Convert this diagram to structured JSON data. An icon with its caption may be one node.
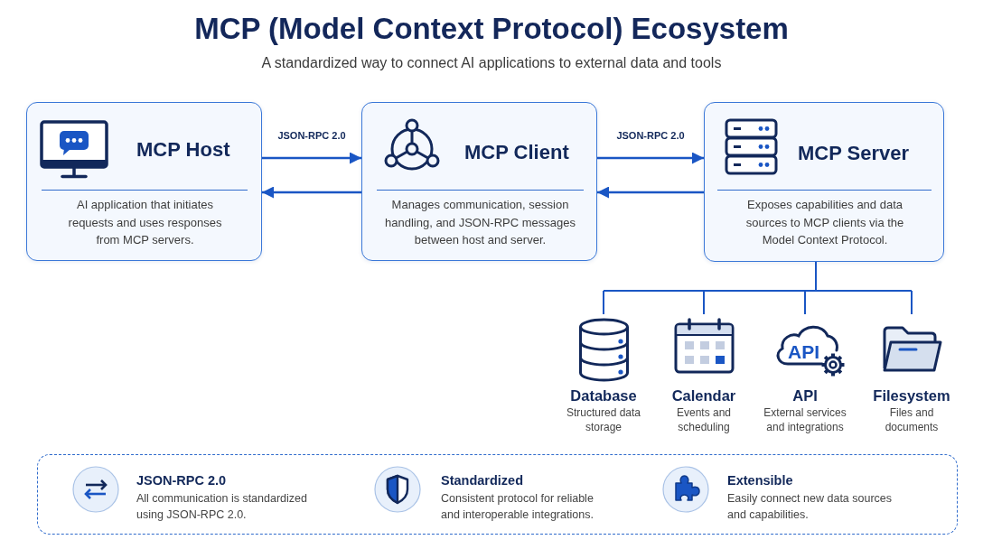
{
  "diagram": {
    "title": "MCP (Model Context Protocol) Ecosystem",
    "nodes": [
      {
        "text": [
          "MCP Host",
          "AI application that initiates requests and uses responses from MCP servers."
        ]
      },
      {
        "text": [
          "MCP Client",
          "Manages communication, session handling, and JSON-RPC messages between host and server."
        ]
      },
      {
        "text": [
          "MCP Server",
          "Exposes capabilities and data sources to MCP clients via the Model Context Protocol."
        ]
      },
      {
        "text": [
          "Database",
          "Structured data storage"
        ]
      },
      {
        "text": [
          "Calendar",
          "Events and scheduling"
        ]
      },
      {
        "text": [
          "API",
          "External services and integrations"
        ]
      },
      {
        "text": [
          "Filesystem",
          "Files and documents"
        ]
      },
      {
        "text": [],
        "shape": "box"
      },
      {
        "text": [
          "JSON-RPC 2.0",
          "All communication is standardized using JSON-RPC 2.0."
        ],
        "in": 7
      },
      {
        "text": [
          "Standardized",
          "Consistent protocol for reliable and interoperable integrations."
        ],
        "in": 7
      },
      {
        "text": [
          "Extensible",
          "Easily connect new data sources and capabilities."
        ],
        "in": 7
      }
    ],
    "edges": [
      {
        "from": 0,
        "to": 1,
        "arrow": "to",
        "label": "JSON-RPC 2.0"
      },
      {
        "from": 1,
        "to": 0,
        "arrow": "to"
      },
      {
        "from": 1,
        "to": 2,
        "arrow": "to",
        "label": "JSON-RPC 2.0"
      },
      {
        "from": 2,
        "to": 1,
        "arrow": "to"
      },
      {
        "from": 2,
        "to": 3,
        "arrow": "none"
      },
      {
        "from": 2,
        "to": 4,
        "arrow": "none"
      },
      {
        "from": 2,
        "to": 5,
        "arrow": "none"
      },
      {
        "from": 2,
        "to": 6,
        "arrow": "none"
      }
    ],
    "labels": [
      "A standardized way to connect AI applications to external data and tools",
      "API"
    ]
  }
}
